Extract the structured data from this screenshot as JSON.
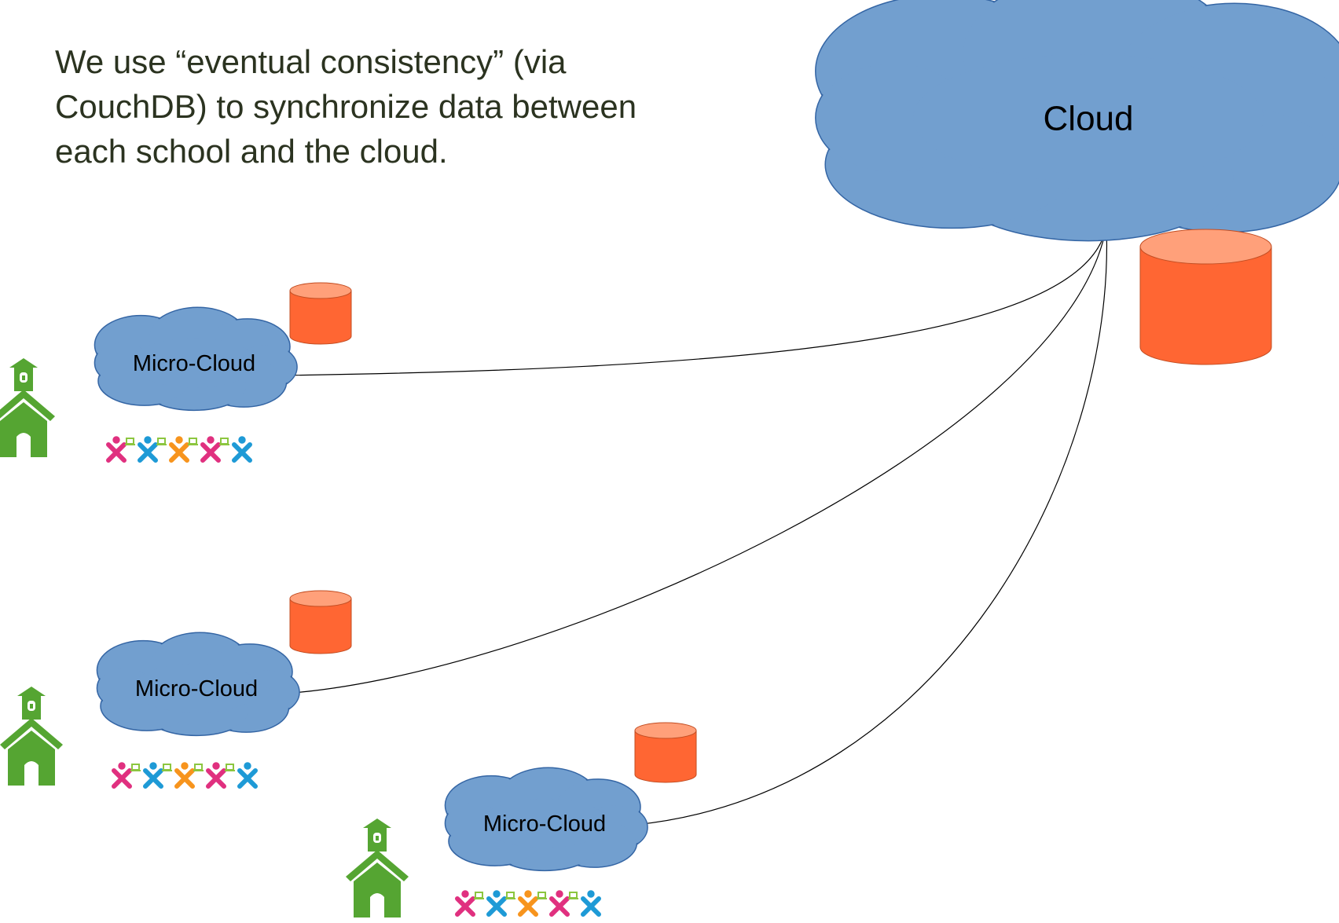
{
  "caption": "We use “eventual consistency” (via CouchDB) to synchronize data between each school and the cloud.",
  "cloud": {
    "label": "Cloud"
  },
  "sites": [
    {
      "label": "Micro-Cloud"
    },
    {
      "label": "Micro-Cloud"
    },
    {
      "label": "Micro-Cloud"
    }
  ],
  "colors": {
    "cloud_fill": "#729fcf",
    "cloud_stroke": "#3465a4",
    "db_body": "#ff6633",
    "db_top": "#ffa07a",
    "school_green": "#55a532",
    "link_line": "#000000",
    "xo_colors": [
      "#e0307f",
      "#1e9ad6",
      "#f7941d",
      "#e0307f",
      "#1e9ad6"
    ],
    "xo_laptop": "#8cc63f"
  },
  "icons": {
    "school": "schoolhouse-icon",
    "database": "database-cylinder-icon",
    "children": "xo-children-icon"
  }
}
